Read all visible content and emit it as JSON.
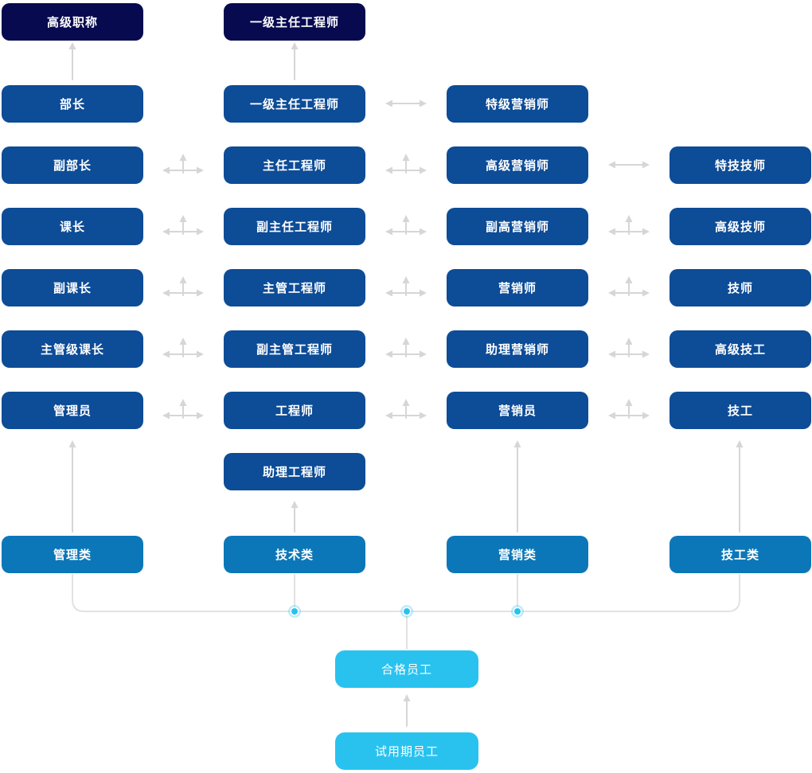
{
  "diagram": {
    "colors": {
      "dark_navy": "#080a50",
      "rank_blue": "#0d4c97",
      "category_blue": "#0c77b8",
      "employee_cyan": "#29c2ef",
      "arrow_gray": "#d6d6d6",
      "connector_gray": "#e2e2e2",
      "text": "#ffffff"
    },
    "columns": [
      {
        "id": "management",
        "top_title": "高级职称",
        "ranks": [
          "部长",
          "副部长",
          "课长",
          "副课长",
          "主管级课长",
          "管理员"
        ],
        "category": "管理类"
      },
      {
        "id": "technical",
        "top_title": "一级主任工程师",
        "ranks": [
          "一级主任工程师",
          "主任工程师",
          "副主任工程师",
          "主管工程师",
          "副主管工程师",
          "工程师",
          "助理工程师"
        ],
        "category": "技术类"
      },
      {
        "id": "marketing",
        "ranks": [
          "特级营销师",
          "高级营销师",
          "副高营销师",
          "营销师",
          "助理营销师",
          "营销员"
        ],
        "category": "营销类"
      },
      {
        "id": "technician",
        "ranks": [
          "特技技师",
          "高级技师",
          "技师",
          "高级技工",
          "技工"
        ],
        "category": "技工类"
      }
    ],
    "bottom": {
      "qualified": "合格员工",
      "probation": "试用期员工"
    }
  }
}
